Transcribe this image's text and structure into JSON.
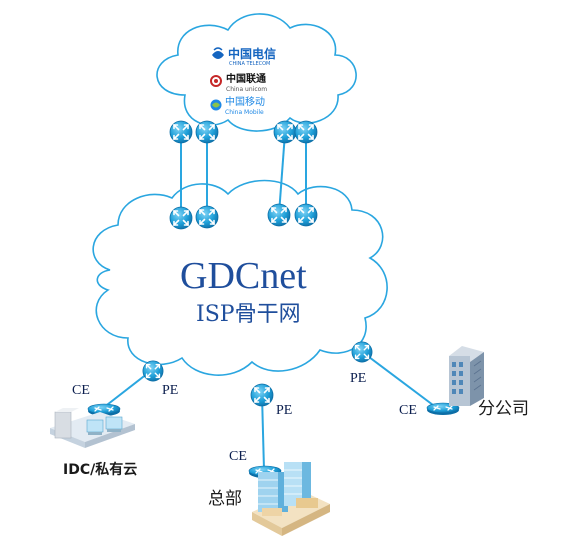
{
  "diagram": {
    "core": {
      "title": "GDCnet",
      "subtitle": "ISP骨干网"
    },
    "carriers": [
      {
        "cn": "中国电信",
        "en": "CHINA TELECOM",
        "color": "#1565c0"
      },
      {
        "cn": "中国联通",
        "en": "China unicom",
        "color": "#c62828"
      },
      {
        "cn": "中国移动",
        "en": "China Mobile",
        "color": "#1e88e5"
      }
    ],
    "sites": [
      {
        "name": "IDC/私有云",
        "ce_label": "CE",
        "pe_label": "PE"
      },
      {
        "name": "总部",
        "ce_label": "CE",
        "pe_label": "PE"
      },
      {
        "name": "分公司",
        "ce_label": "CE",
        "pe_label": "PE"
      }
    ],
    "colors": {
      "cloud_stroke": "#2aa6e0",
      "link": "#2aa6e0",
      "router_fill": "#1e9fd8",
      "title": "#1f4e9c"
    }
  }
}
